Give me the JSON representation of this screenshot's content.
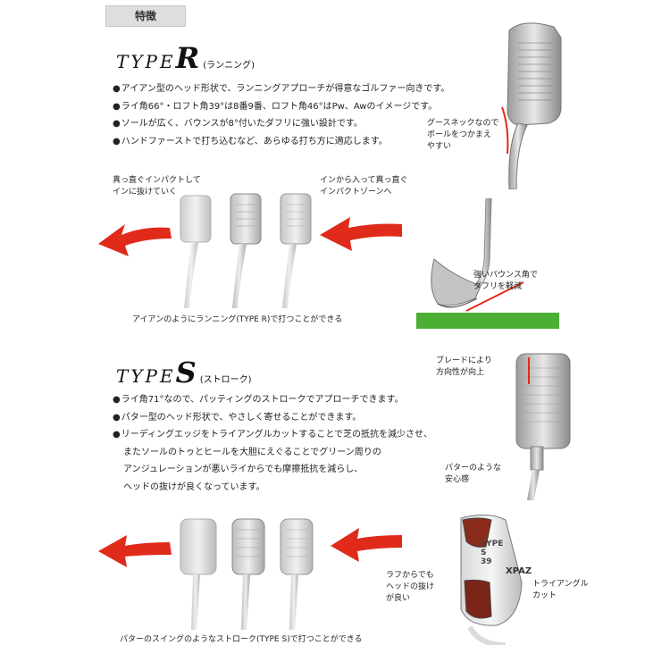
{
  "header": {
    "tag": "特徴"
  },
  "type_r": {
    "word": "TYPE",
    "letter": "R",
    "sub": "(ランニング)",
    "bullets": [
      "アイアン型のヘッド形状で、ランニングアプローチが得意なゴルファー向きです。",
      "ライ角66°・ロフト角39°は8番9番、ロフト角46°はPw、Awのイメージです。",
      "ソールが広く、バウンスが8°付いたダフリに強い設計です。",
      "ハンドファーストで打ち込むなど、あらゆる打ち方に適応します。"
    ],
    "note_neck": [
      "グースネックなので",
      "ボールをつかまえ",
      "やすい"
    ],
    "label_left": [
      "真っ直ぐインパクトして",
      "インに抜けていく"
    ],
    "label_right": [
      "インから入って真っ直ぐ",
      "インパクトゾーンへ"
    ],
    "note_bounce": [
      "強いバウンス角で",
      "ダフリを軽減"
    ],
    "caption": "アイアンのようにランニング(TYPE R)で打つことができる"
  },
  "type_s": {
    "word": "TYPE",
    "letter": "S",
    "sub": "(ストローク)",
    "bullets": [
      "ライ角71°なので、パッティングのストロークでアプローチできます。",
      "パター型のヘッド形状で、やさしく寄せることができます。",
      "リーディングエッジをトライアングルカットすることで芝の抵抗を減少させ、"
    ],
    "bullets_cont": [
      "またソールのトゥとヒールを大胆にえぐることでグリーン周りの",
      "アンジュレーションが悪いライからでも摩擦抵抗を減らし、",
      "ヘッドの抜けが良くなっています。"
    ],
    "note_blade": [
      "ブレードにより",
      "方向性が向上"
    ],
    "note_putter": [
      "パターのような",
      "安心感"
    ],
    "note_rough": [
      "ラフからでも",
      "ヘッドの抜け",
      "が良い"
    ],
    "note_triangle": [
      "トライアングル",
      "カット"
    ],
    "caption": "パターのスイングのようなストローク(TYPE S)で打つことができる",
    "sole_text": [
      "TYPE",
      "S",
      "39"
    ],
    "sole_brand": "XPAZ"
  },
  "colors": {
    "accent_red": "#e02a1a",
    "turf_green": "#4caf35",
    "steel": "#c8c8c8"
  }
}
